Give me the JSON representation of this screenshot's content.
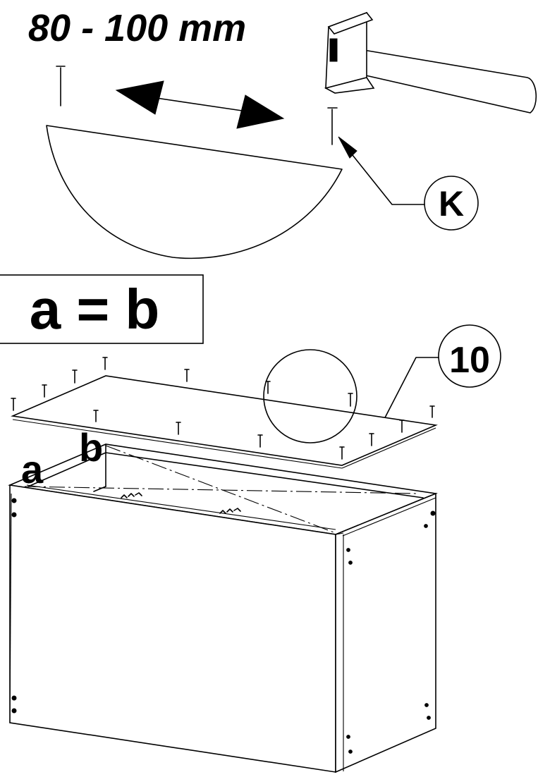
{
  "spacing_label": "80 - 100 mm",
  "fastener_callout": "K",
  "part_callout": "10",
  "equation_box": "a = b",
  "diag_label_a": "a",
  "diag_label_b": "b",
  "icons": [
    "hammer-icon",
    "nail-icon",
    "arrow-icon"
  ],
  "colors": {
    "ink": "#000000",
    "paper": "#ffffff"
  }
}
